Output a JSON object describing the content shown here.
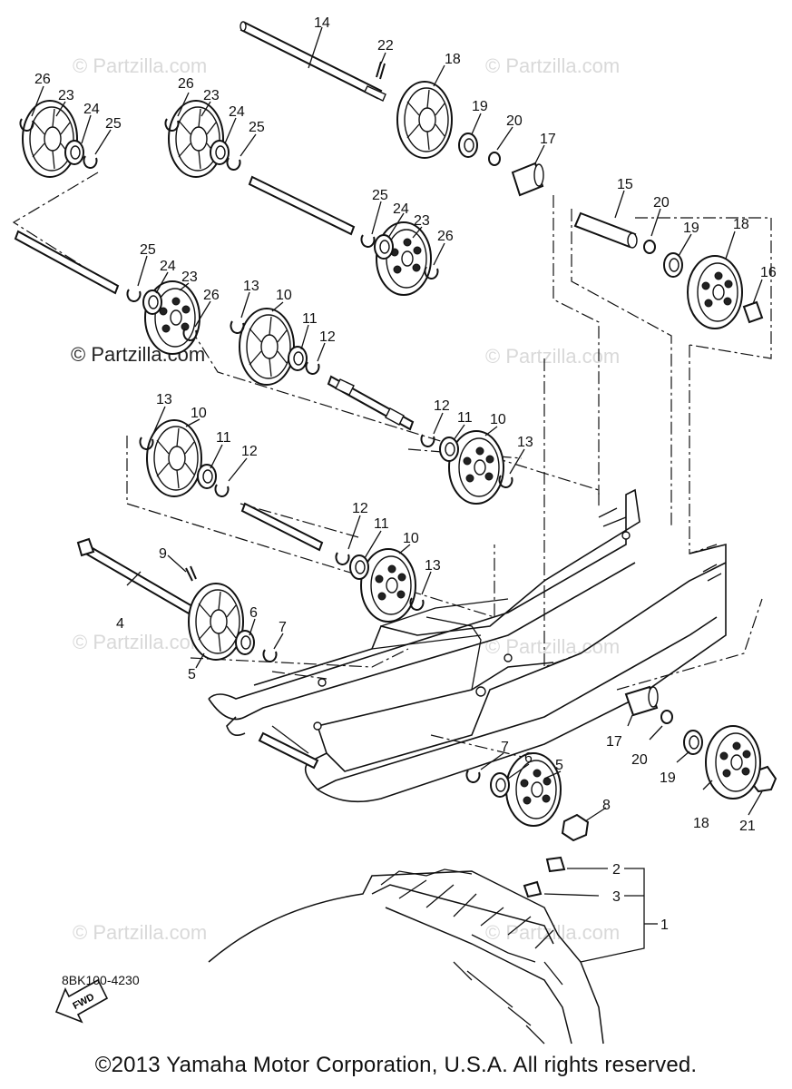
{
  "watermark": "© Partzilla.com",
  "watermark_primary": "© Partzilla.com",
  "diagram_code": "8BK100-4230",
  "copyright": "©2013 Yamaha Motor Corporation, U.S.A. All rights reserved.",
  "fwd_label": "FWD",
  "callouts": {
    "c1": "1",
    "c2": "2",
    "c3": "3",
    "c4": "4",
    "c5a": "5",
    "c5b": "5",
    "c6a": "6",
    "c6b": "6",
    "c7a": "7",
    "c7b": "7",
    "c8": "8",
    "c9": "9",
    "c10a": "10",
    "c10b": "10",
    "c10c": "10",
    "c10d": "10",
    "c11a": "11",
    "c11b": "11",
    "c11c": "11",
    "c11d": "11",
    "c12a": "12",
    "c12b": "12",
    "c12c": "12",
    "c12d": "12",
    "c13a": "13",
    "c13b": "13",
    "c13c": "13",
    "c13d": "13",
    "c14": "14",
    "c15": "15",
    "c16": "16",
    "c17a": "17",
    "c17b": "17",
    "c18a": "18",
    "c18b": "18",
    "c18c": "18",
    "c19a": "19",
    "c19b": "19",
    "c19c": "19",
    "c20a": "20",
    "c20b": "20",
    "c20c": "20",
    "c21": "21",
    "c22": "22",
    "c23a": "23",
    "c23b": "23",
    "c23c": "23",
    "c23d": "23",
    "c24a": "24",
    "c24b": "24",
    "c24c": "24",
    "c24d": "24",
    "c25a": "25",
    "c25b": "25",
    "c25c": "25",
    "c25d": "25",
    "c26a": "26",
    "c26b": "26",
    "c26c": "26",
    "c26d": "26"
  }
}
